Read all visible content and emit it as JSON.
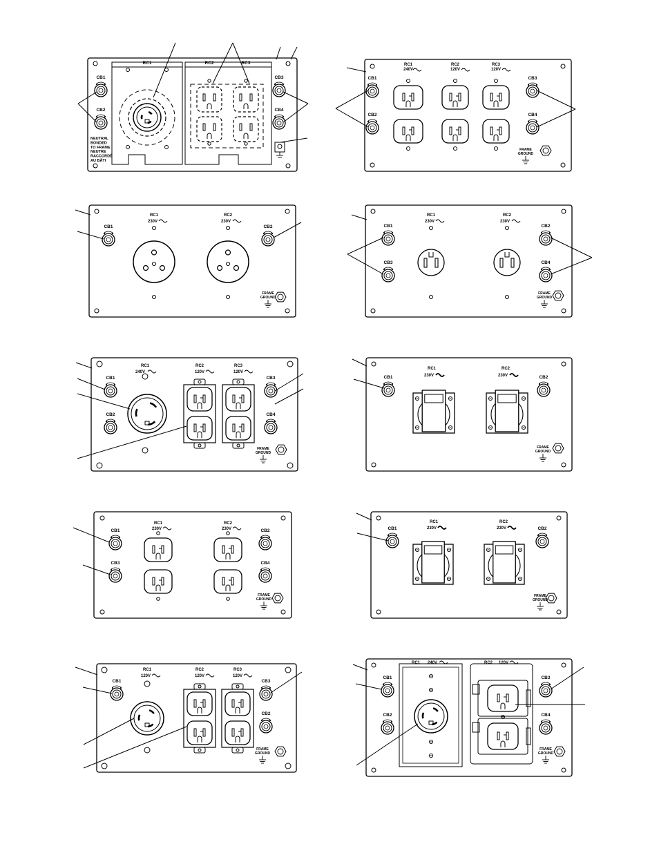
{
  "colors": {
    "ink": "#000000",
    "paper": "#ffffff"
  },
  "panels": [
    {
      "id": "p1",
      "labels": {
        "rc1": "RC1",
        "rc2": "RC2",
        "rc3": "RC3",
        "cb1": "CB1",
        "cb2": "CB2",
        "cb3": "CB3",
        "cb4": "CB4"
      },
      "note": [
        "NEUTRAL",
        "BONDED",
        "TO FRAME",
        "NEUTRE",
        "RACCORDÉ",
        "AU BÂTI"
      ]
    },
    {
      "id": "p2",
      "labels": {
        "rc1": "RC1",
        "rc1v": "240V",
        "rc2": "RC2",
        "rc2v": "120V",
        "rc3": "RC3",
        "rc3v": "120V",
        "cb1": "CB1",
        "cb2": "CB2",
        "cb3": "CB3",
        "cb4": "CB4",
        "fg1": "FRAME",
        "fg2": "GROUND"
      }
    },
    {
      "id": "p3",
      "labels": {
        "rc1": "RC1",
        "rc1v": "230V",
        "rc2": "RC2",
        "rc2v": "230V",
        "cb1": "CB1",
        "cb2": "CB2",
        "fg1": "FRAME",
        "fg2": "GROUND"
      }
    },
    {
      "id": "p4",
      "labels": {
        "rc1": "RC1",
        "rc1v": "230V",
        "rc2": "RC2",
        "rc2v": "230V",
        "cb1": "CB1",
        "cb3": "CB3",
        "cb2": "CB2",
        "cb4": "CB4",
        "fg1": "FRAME",
        "fg2": "GROUND"
      }
    },
    {
      "id": "p5",
      "labels": {
        "rc1": "RC1",
        "rc1v": "240V",
        "rc2": "RC2",
        "rc2v": "120V",
        "rc3": "RC3",
        "rc3v": "120V",
        "cb1": "CB1",
        "cb2": "CB2",
        "cb3": "CB3",
        "cb4": "CB4",
        "fg1": "FRAME",
        "fg2": "GROUND"
      }
    },
    {
      "id": "p6",
      "labels": {
        "rc1": "RC1",
        "rc1v": "230V",
        "rc2": "RC2",
        "rc2v": "230V",
        "cb1": "CB1",
        "cb2": "CB2",
        "fg1": "FRAME",
        "fg2": "GROUND"
      }
    },
    {
      "id": "p7",
      "labels": {
        "rc1": "RC1",
        "rc1v": "230V",
        "rc2": "RC2",
        "rc2v": "230V",
        "cb1": "CB1",
        "cb3": "CB3",
        "cb2": "CB2",
        "cb4": "CB4",
        "fg1": "FRAME",
        "fg2": "GROUND"
      }
    },
    {
      "id": "p8",
      "labels": {
        "rc1": "RC1",
        "rc1v": "230V",
        "rc2": "RC2",
        "rc2v": "230V",
        "cb1": "CB1",
        "cb2": "CB2",
        "fg1": "FRAME",
        "fg2": "GROUND"
      }
    },
    {
      "id": "p9",
      "labels": {
        "rc1": "RC1",
        "rc1v": "120V",
        "rc2": "RC2",
        "rc2v": "120V",
        "rc3": "RC3",
        "rc3v": "120V",
        "cb1": "CB1",
        "cb3": "CB3",
        "cb2": "CB2",
        "fg1": "FRAME",
        "fg2": "GROUND"
      }
    },
    {
      "id": "p10",
      "labels": {
        "rc1": "RC1",
        "rc1v": "240V",
        "rc2": "RC2",
        "rc2v": "120V",
        "cb1": "CB1",
        "cb2": "CB2",
        "cb3": "CB3",
        "cb4": "CB4",
        "fg1": "FRAME",
        "fg2": "GROUND"
      }
    }
  ]
}
